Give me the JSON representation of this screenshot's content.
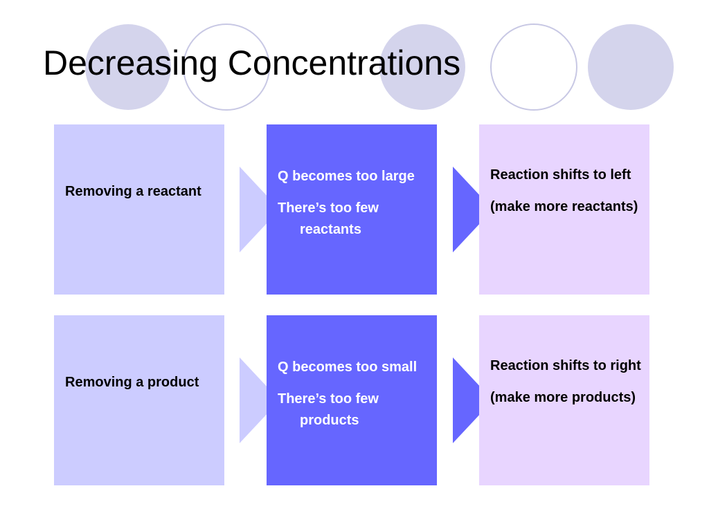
{
  "title": "Decreasing Concentrations",
  "colors": {
    "circle_fill": "#d4d4ec",
    "circle_outline": "#c8c8e4",
    "box_light": "#ccccff",
    "box_mid": "#6666ff",
    "box_lavender": "#e8d5ff",
    "arrow_light": "#ccccff",
    "arrow_dark": "#6666ff"
  },
  "rows": [
    {
      "cause": [
        "Removing a reactant"
      ],
      "effect": [
        "Q becomes too large",
        "There’s too few reactants"
      ],
      "result": [
        "Reaction shifts to left",
        "(make more reactants)"
      ]
    },
    {
      "cause": [
        "Removing a product"
      ],
      "effect": [
        "Q becomes too small",
        "There’s too few products"
      ],
      "result": [
        "Reaction shifts to right",
        "(make more products)"
      ]
    }
  ]
}
